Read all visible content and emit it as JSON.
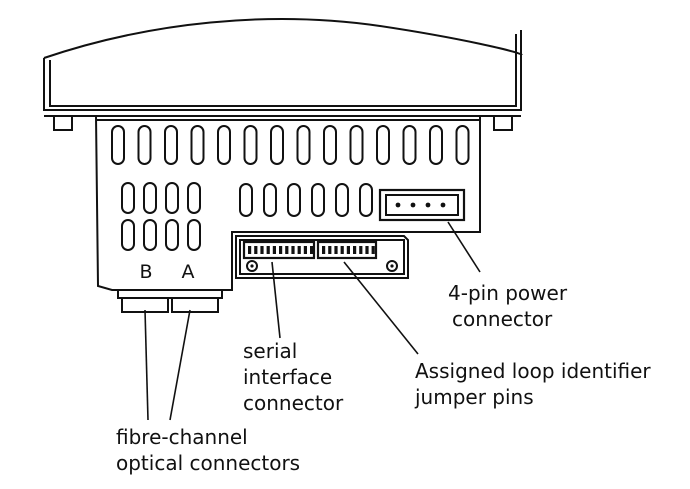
{
  "ports": {
    "b": "B",
    "a": "A"
  },
  "callouts": {
    "power": [
      "4-pin power",
      "connector"
    ],
    "serial": [
      "serial",
      "interface",
      "connector"
    ],
    "loop": [
      "Assigned loop identifier",
      "jumper pins"
    ],
    "fibre": [
      "fibre-channel",
      "optical connectors"
    ]
  }
}
